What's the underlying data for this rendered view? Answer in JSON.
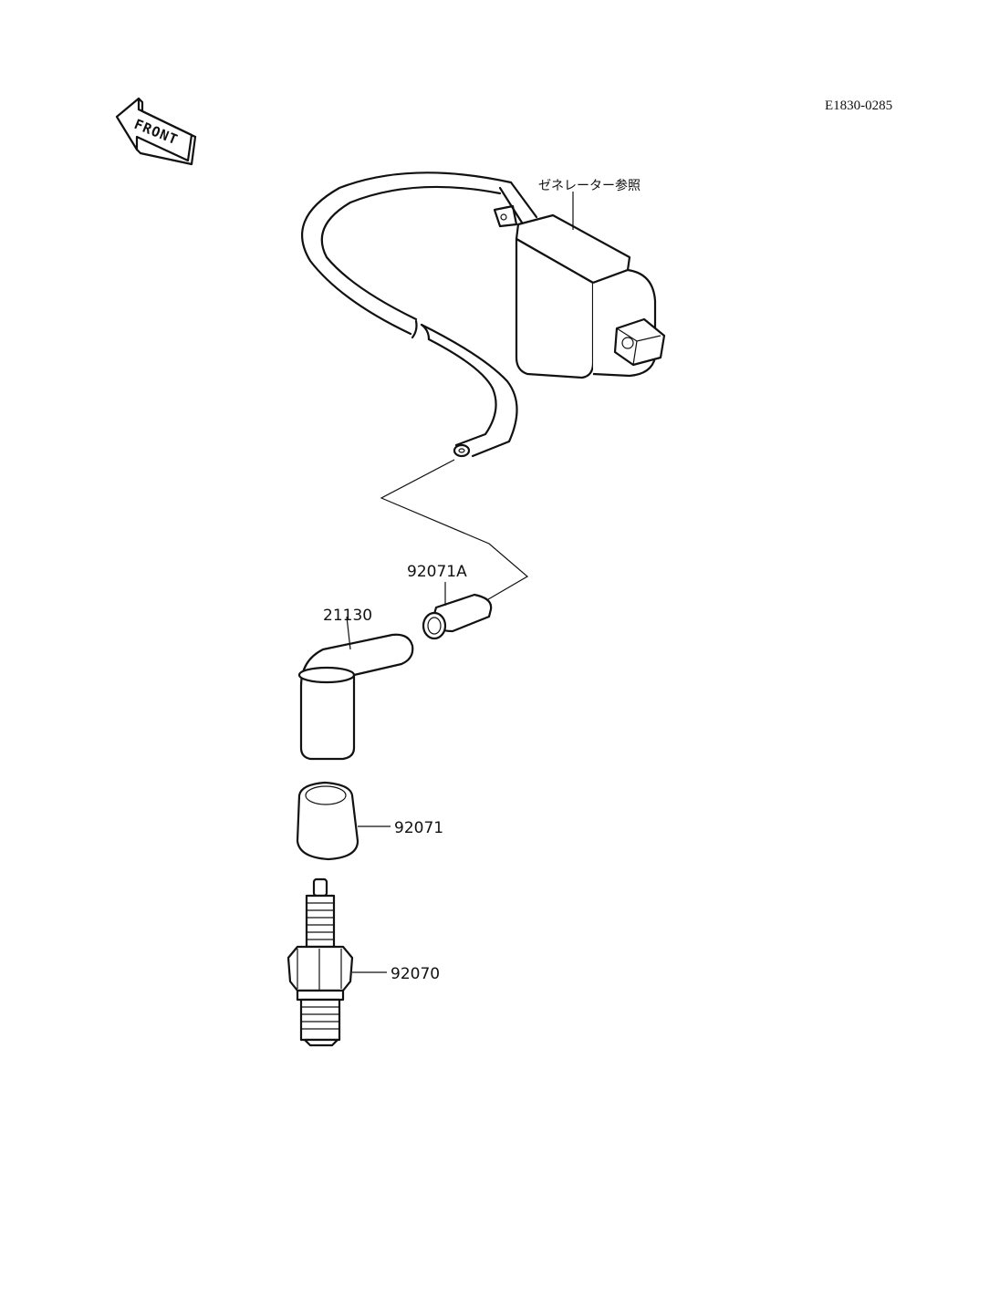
{
  "diagram": {
    "code": "E1830-0285",
    "front_label": "FRONT",
    "generator_reference": "ゼネレーター参照",
    "parts": [
      {
        "number": "92071A"
      },
      {
        "number": "21130"
      },
      {
        "number": "92071"
      },
      {
        "number": "92070"
      }
    ]
  }
}
